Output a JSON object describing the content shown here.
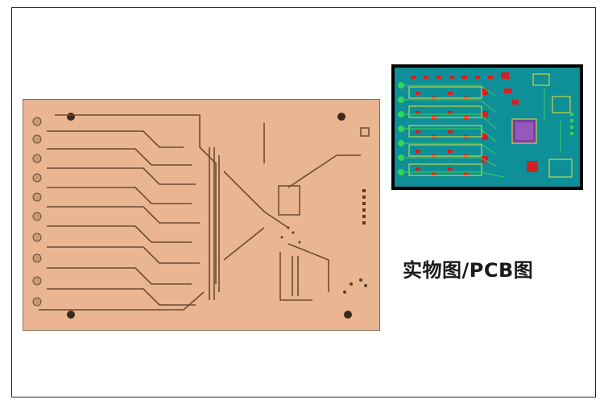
{
  "caption": "实物图/PCB图",
  "colors": {
    "frame_border": "#222222",
    "copper_board": "#e9b691",
    "copper_trace": "#6b4a32",
    "cad_background": "#0f8f97",
    "cad_red_pad": "#d32020",
    "cad_yellow_silk": "#e5e53a",
    "cad_green_trace": "#35d35a"
  },
  "icons": [
    "pcb-photo-image",
    "pcb-layout-image"
  ]
}
